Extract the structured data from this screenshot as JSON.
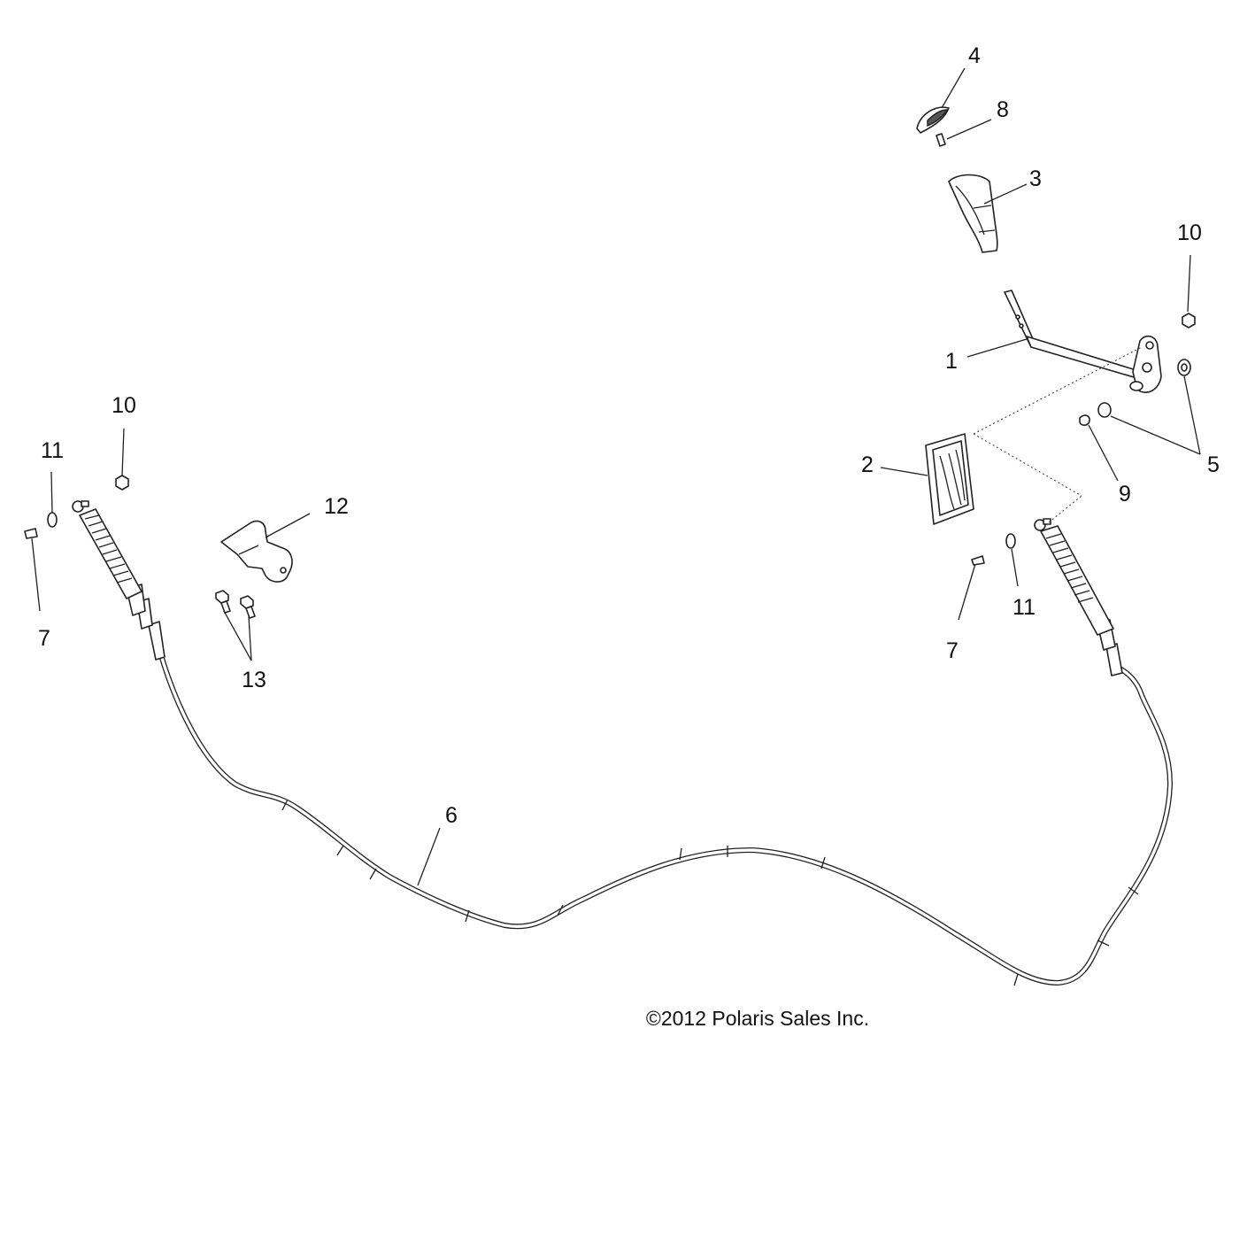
{
  "copyright": "©2012 Polaris Sales Inc.",
  "callouts": {
    "c1": "1",
    "c2": "2",
    "c3": "3",
    "c4": "4",
    "c5": "5",
    "c6": "6",
    "c7a": "7",
    "c7b": "7",
    "c8": "8",
    "c9": "9",
    "c10a": "10",
    "c10b": "10",
    "c11a": "11",
    "c11b": "11",
    "c12": "12",
    "c13": "13"
  }
}
